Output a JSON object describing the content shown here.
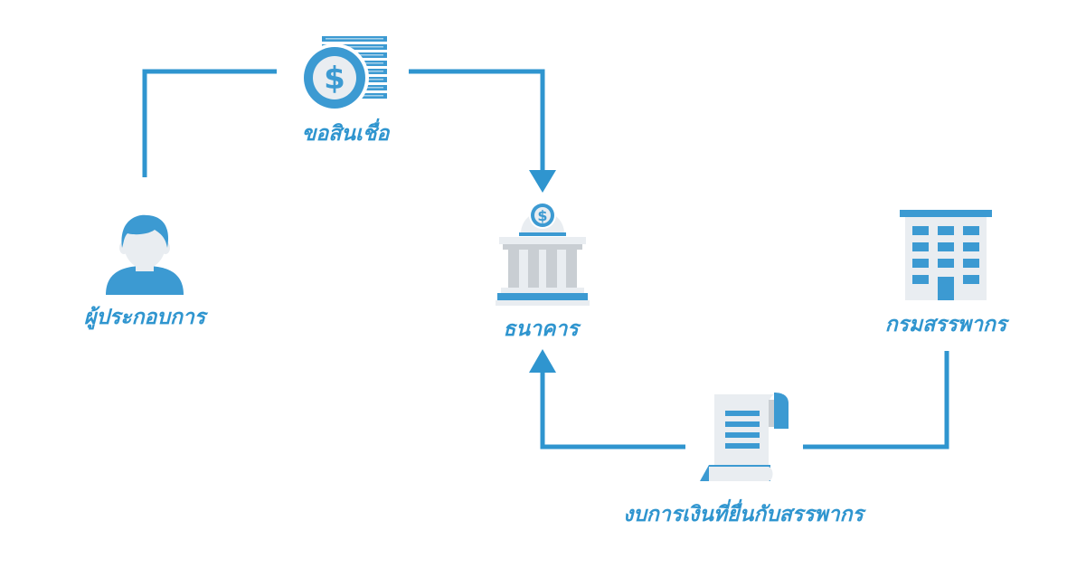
{
  "colors": {
    "accent": "#2f95cf",
    "icon_blue": "#3c9ad2",
    "icon_light": "#e9edf1",
    "icon_gray": "#c9ced3",
    "icon_dark_gray": "#a9afb5"
  },
  "nodes": {
    "entrepreneur": {
      "label": "ผู้ประกอบการ",
      "icon": "person-icon"
    },
    "loan": {
      "label": "ขอสินเชื่อ",
      "icon": "dollar-coins-icon"
    },
    "bank": {
      "label": "ธนาคาร",
      "icon": "bank-icon"
    },
    "revenue_dept": {
      "label": "กรมสรรพากร",
      "icon": "office-building-icon"
    },
    "financial_statement": {
      "label": "งบการเงินที่ยื่นกับสรรพากร",
      "icon": "document-scroll-icon"
    }
  }
}
